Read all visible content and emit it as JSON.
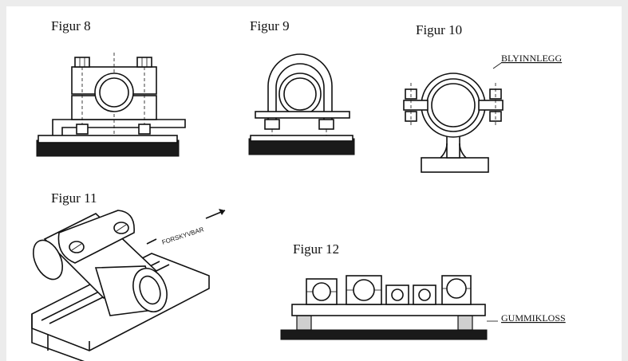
{
  "figures": {
    "fig8": {
      "title": "Figur 8"
    },
    "fig9": {
      "title": "Figur 9"
    },
    "fig10": {
      "title": "Figur 10",
      "callout": "BLYINNLEGG"
    },
    "fig11": {
      "title": "Figur 11",
      "callout": "FORSKYVBAR"
    },
    "fig12": {
      "title": "Figur 12",
      "callout": "GUMMIKLOSS"
    }
  }
}
